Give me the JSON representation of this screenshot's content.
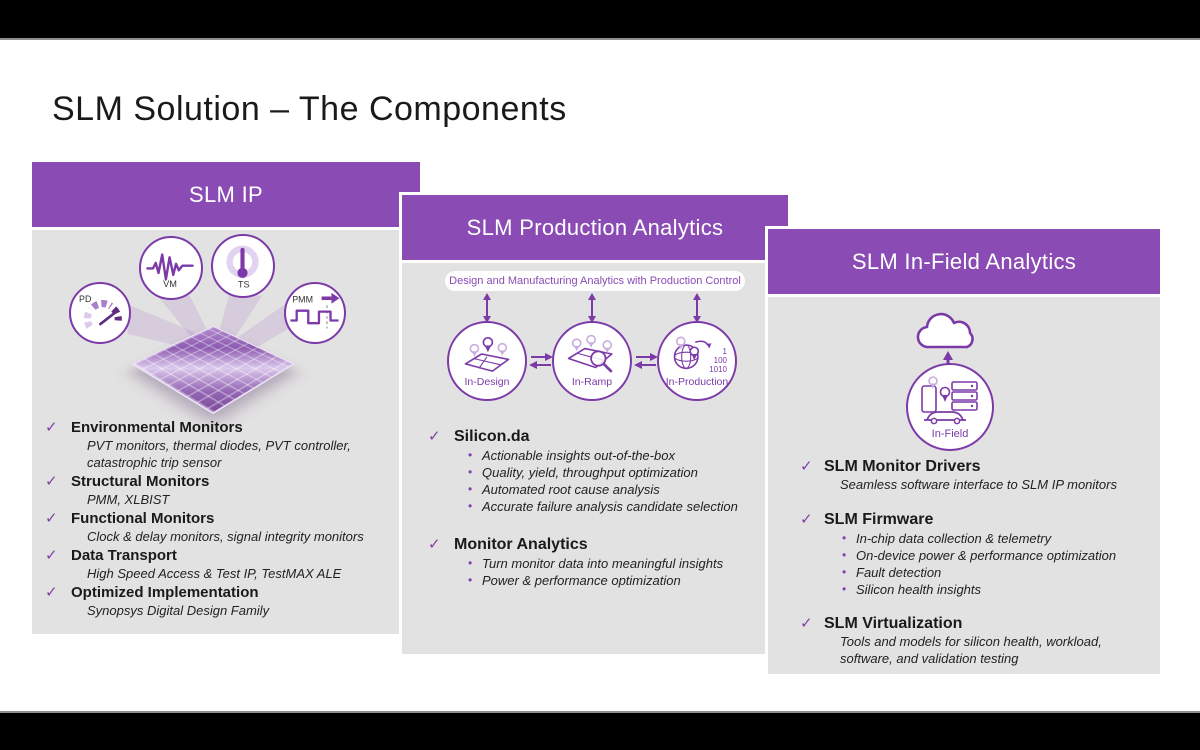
{
  "slide": {
    "title": "SLM Solution – The Components"
  },
  "glyphs": {
    "check": "✓",
    "bullet": "•"
  },
  "colors": {
    "header_purple": "#8A4BB4",
    "accent_purple": "#7C3AA8",
    "body_gray": "#E3E2E2",
    "light_purple": "#CDB0E3"
  },
  "panel_ip": {
    "title": "SLM IP",
    "monitor_icons": [
      {
        "label": "PD"
      },
      {
        "label": "VM"
      },
      {
        "label": "TS"
      },
      {
        "label": "PMM"
      }
    ],
    "items": [
      {
        "heading": "Environmental Monitors",
        "detail": "PVT monitors,  thermal diodes, PVT controller, catastrophic trip sensor"
      },
      {
        "heading": "Structural Monitors",
        "detail": "PMM, XLBIST"
      },
      {
        "heading": "Functional Monitors",
        "detail": "Clock & delay monitors, signal integrity monitors"
      },
      {
        "heading": "Data Transport",
        "detail": "High Speed Access & Test IP, TestMAX ALE"
      },
      {
        "heading": "Optimized Implementation",
        "detail": "Synopsys Digital Design Family"
      }
    ]
  },
  "panel_production": {
    "title": "SLM Production Analytics",
    "banner": "Design and Manufacturing Analytics with Production Control",
    "stages": [
      {
        "label": "In-Design"
      },
      {
        "label": "In-Ramp"
      },
      {
        "label": "In-Production",
        "digits": [
          "1",
          "100",
          "1010"
        ]
      }
    ],
    "items": [
      {
        "heading": "Silicon.da",
        "bullets": [
          "Actionable insights out-of-the-box",
          "Quality, yield, throughput optimization",
          "Automated root cause analysis",
          "Accurate failure analysis candidate selection"
        ]
      },
      {
        "heading": "Monitor Analytics",
        "bullets": [
          "Turn monitor data into meaningful insights",
          "Power & performance optimization"
        ]
      }
    ]
  },
  "panel_infield": {
    "title": "SLM In-Field Analytics",
    "stage_label": "In-Field",
    "items": [
      {
        "heading": "SLM Monitor Drivers",
        "detail": "Seamless software interface to SLM IP monitors"
      },
      {
        "heading": "SLM Firmware",
        "bullets": [
          "In-chip data collection & telemetry",
          "On-device power & performance optimization",
          "Fault detection",
          "Silicon health insights"
        ]
      },
      {
        "heading": "SLM Virtualization",
        "detail": "Tools and models for silicon health, workload, software, and validation testing"
      }
    ]
  }
}
